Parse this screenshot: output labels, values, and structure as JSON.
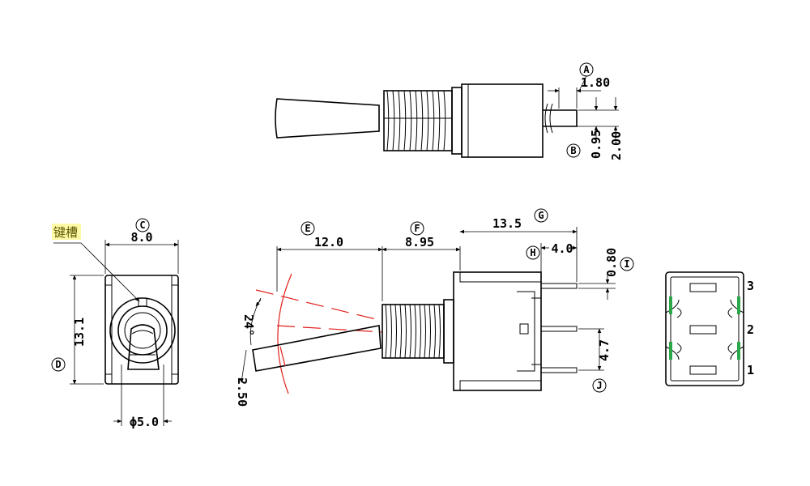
{
  "labels": {
    "A": "A",
    "B": "B",
    "C": "C",
    "D": "D",
    "E": "E",
    "F": "F",
    "G": "G",
    "H": "H",
    "I": "I",
    "J": "J"
  },
  "dimensions": {
    "top_pin_width": "1.80",
    "top_pin_gap": "0.95",
    "top_pin_height": "2.00",
    "front_width": "8.0",
    "front_height": "13.1",
    "bushing_dia": "ϕ5.0",
    "lever_length": "12.0",
    "bushing_length": "8.95",
    "body_length": "13.5",
    "pin_length": "4.0",
    "pin_thickness": "0.80",
    "pin_pitch": "4.7",
    "throw_angle": "24°",
    "lever_tip": "2.50"
  },
  "note": {
    "keyway": "键槽",
    "keyway_color": "#fff200"
  },
  "pins": [
    "3",
    "2",
    "1"
  ],
  "colors": {
    "line": "#000000",
    "throw_arc": "#e0201a",
    "pad_highlight": "#2aa84a"
  }
}
